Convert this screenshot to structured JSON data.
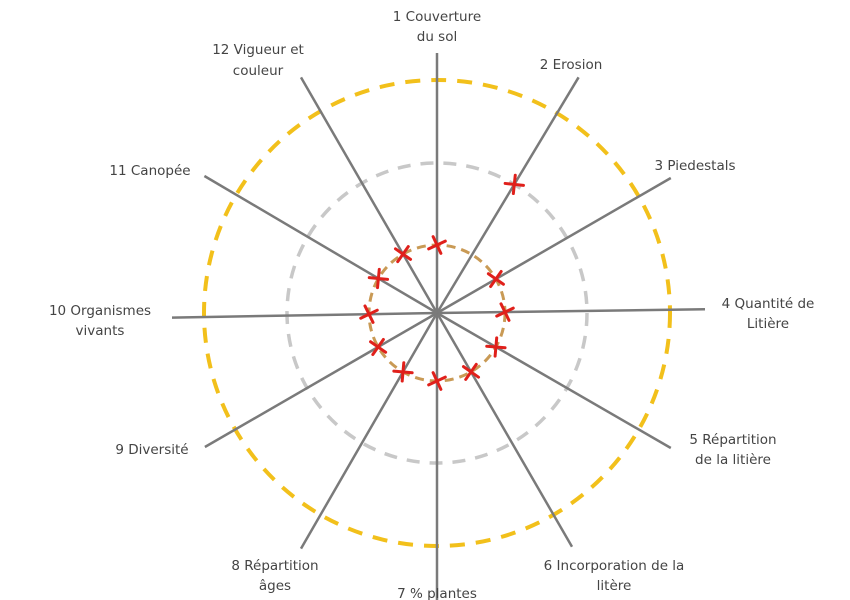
{
  "diagram": {
    "colors": {
      "axis": "#7a7a7a",
      "outer_circle": "#f2c01b",
      "middle_circle": "#c8c8c8",
      "inner_circle": "#c99a55",
      "marker": "#e0201b",
      "label": "#444444"
    },
    "axes": [
      {
        "label": [
          "1 Couverture",
          "du sol"
        ]
      },
      {
        "label": [
          "2 Erosion"
        ]
      },
      {
        "label": [
          "3 Piedestals"
        ]
      },
      {
        "label": [
          "4 Quantité de",
          "Litière"
        ]
      },
      {
        "label": [
          "5 Répartition",
          "de la litière"
        ]
      },
      {
        "label": [
          "6 Incorporation de la",
          "litère"
        ]
      },
      {
        "label": [
          "7 % plantes"
        ]
      },
      {
        "label": [
          "8 Répartition",
          "âges"
        ]
      },
      {
        "label": [
          "9 Diversité"
        ]
      },
      {
        "label": [
          "10 Organismes",
          "vivants"
        ]
      },
      {
        "label": [
          "11 Canopée"
        ]
      },
      {
        "label": [
          "12 Vigueur et",
          "couleur"
        ]
      }
    ],
    "scores": [
      1,
      2,
      1,
      1,
      1,
      1,
      1,
      1,
      1,
      1,
      1,
      1
    ],
    "scale_rings": [
      1,
      2,
      3
    ]
  }
}
